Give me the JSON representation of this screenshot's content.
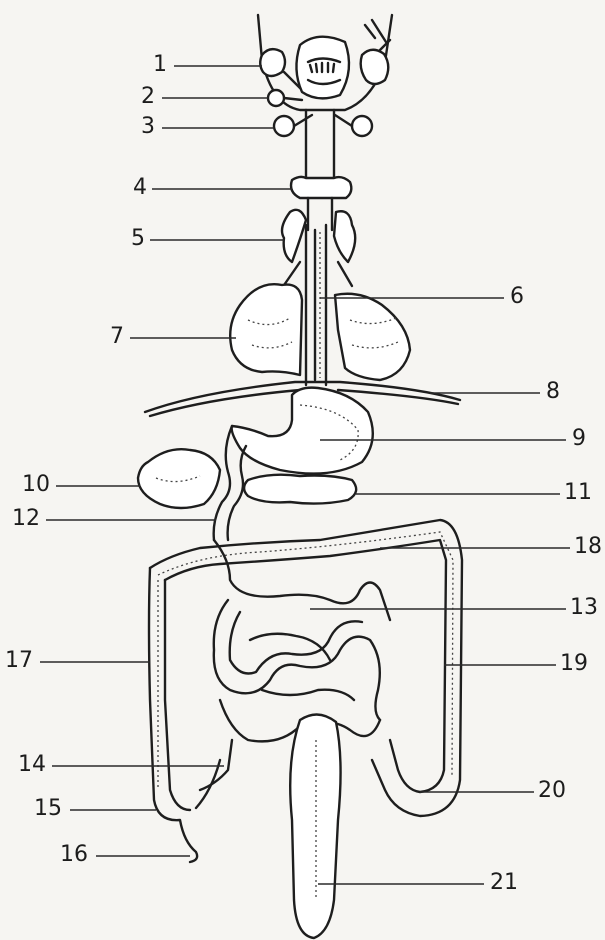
{
  "labels": [
    "1",
    "2",
    "3",
    "4",
    "5",
    "6",
    "7",
    "8",
    "9",
    "10",
    "11",
    "12",
    "13",
    "14",
    "15",
    "16",
    "17",
    "18",
    "19",
    "20",
    "21"
  ],
  "colors": {
    "ink": "#1e1e1e",
    "background": "#f6f5f2"
  }
}
